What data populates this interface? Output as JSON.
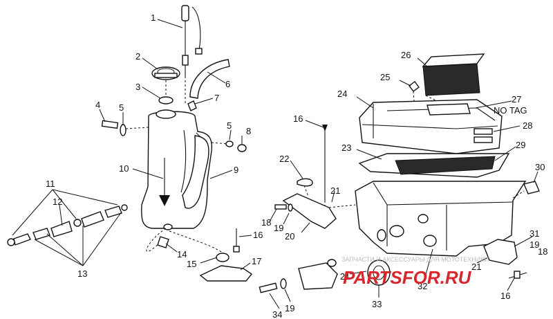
{
  "labels": [
    {
      "id": "l1",
      "text": "1"
    },
    {
      "id": "l2",
      "text": "2"
    },
    {
      "id": "l3",
      "text": "3"
    },
    {
      "id": "l4",
      "text": "4"
    },
    {
      "id": "l5a",
      "text": "5"
    },
    {
      "id": "l6",
      "text": "6"
    },
    {
      "id": "l7",
      "text": "7"
    },
    {
      "id": "l5b",
      "text": "5"
    },
    {
      "id": "l8",
      "text": "8"
    },
    {
      "id": "l9",
      "text": "9"
    },
    {
      "id": "l10",
      "text": "10"
    },
    {
      "id": "l11",
      "text": "11"
    },
    {
      "id": "l12",
      "text": "12"
    },
    {
      "id": "l13",
      "text": "13"
    },
    {
      "id": "l14",
      "text": "14"
    },
    {
      "id": "l15",
      "text": "15"
    },
    {
      "id": "l16a",
      "text": "16"
    },
    {
      "id": "l17",
      "text": "17"
    },
    {
      "id": "l16b",
      "text": "16"
    },
    {
      "id": "l22",
      "text": "22"
    },
    {
      "id": "l21a",
      "text": "21"
    },
    {
      "id": "l18a",
      "text": "18"
    },
    {
      "id": "l19a",
      "text": "19"
    },
    {
      "id": "l20",
      "text": "20"
    },
    {
      "id": "l24",
      "text": "24"
    },
    {
      "id": "l25",
      "text": "25"
    },
    {
      "id": "l26",
      "text": "26"
    },
    {
      "id": "l27",
      "text": "27"
    },
    {
      "id": "lnotag",
      "text": "NO TAG"
    },
    {
      "id": "l28",
      "text": "28"
    },
    {
      "id": "l23",
      "text": "23"
    },
    {
      "id": "l29",
      "text": "29"
    },
    {
      "id": "l30",
      "text": "30"
    },
    {
      "id": "l31",
      "text": "31"
    },
    {
      "id": "l19b",
      "text": "19"
    },
    {
      "id": "l18b",
      "text": "18"
    },
    {
      "id": "l21b",
      "text": "21"
    },
    {
      "id": "l21c",
      "text": "21"
    },
    {
      "id": "l32",
      "text": "32"
    },
    {
      "id": "l33",
      "text": "33"
    },
    {
      "id": "l16c",
      "text": "16"
    },
    {
      "id": "l19c",
      "text": "19"
    },
    {
      "id": "l34",
      "text": "34"
    }
  ],
  "watermark": {
    "caption": "ЗАПЧАСТИ И АКСЕССУАРЫ ДЛЯ МОТОТЕХНИКИ",
    "brand": "PARTSFOR.RU"
  },
  "colors": {
    "line": "#111111",
    "brand": "#d9262c",
    "watermark": "#bdbdbd"
  }
}
